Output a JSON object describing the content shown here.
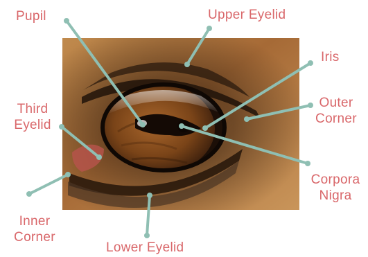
{
  "colors": {
    "label_text": "#d9676a",
    "leader_line": "#8fbfb3",
    "background": "#ffffff"
  },
  "labels": {
    "pupil": "Pupil",
    "upper_eyelid": "Upper Eyelid",
    "iris": "Iris",
    "third_eyelid_line1": "Third",
    "third_eyelid_line2": "Eyelid",
    "outer_corner_line1": "Outer",
    "outer_corner_line2": "Corner",
    "corpora_nigra_line1": "Corpora",
    "corpora_nigra_line2": "Nigra",
    "inner_corner_line1": "Inner",
    "inner_corner_line2": "Corner",
    "lower_eyelid": "Lower Eyelid"
  }
}
